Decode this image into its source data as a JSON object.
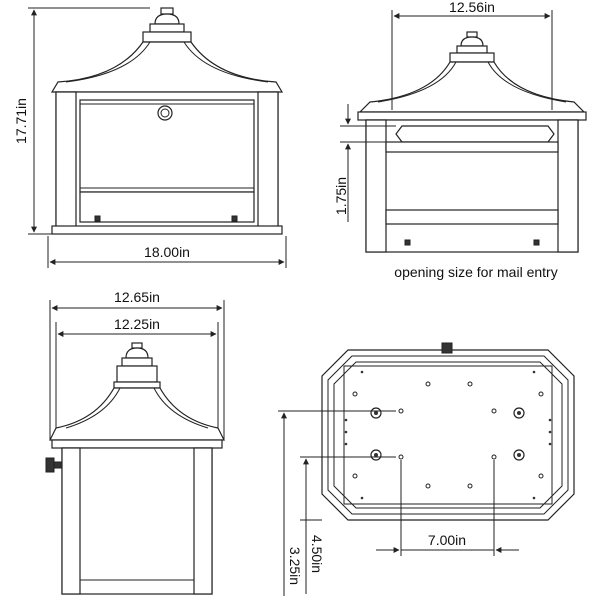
{
  "views": {
    "front": {
      "height_label": "17.71in",
      "width_label": "18.00in"
    },
    "side_opening": {
      "width_label": "12.56in",
      "opening_label": "1.75in",
      "caption": "opening size for mail entry"
    },
    "side": {
      "outer_width_label": "12.65in",
      "inner_width_label": "12.25in"
    },
    "bottom": {
      "hole_spacing_h_label": "7.00in",
      "hole_spacing_v_label": "4.50in",
      "hole_offset_label": "3.25in"
    }
  },
  "colors": {
    "line": "#222222",
    "background": "#ffffff"
  }
}
